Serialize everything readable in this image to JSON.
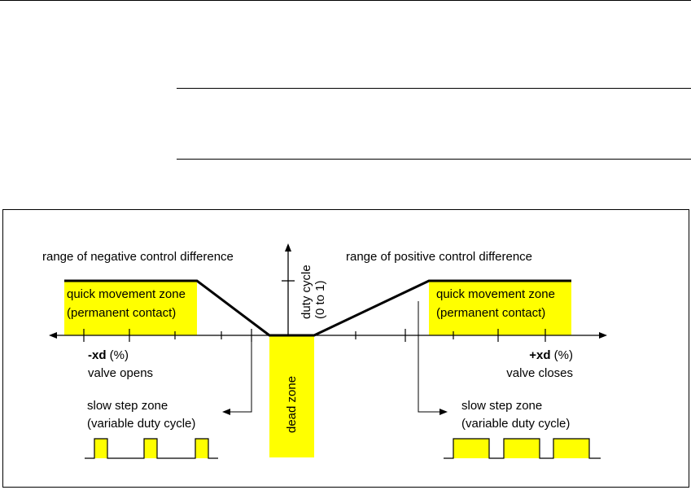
{
  "labels": {
    "neg_range": "range of negative control difference",
    "pos_range": "range of positive control difference",
    "duty_line1": "duty cycle",
    "duty_line2": "(0 to 1)",
    "quick_zone": "quick movement zone",
    "permanent_contact": "(permanent contact)",
    "neg_axis_bold": "-xd",
    "pos_axis_bold": "+xd",
    "axis_unit": "(%)",
    "valve_opens": "valve opens",
    "valve_closes": "valve closes",
    "slow_step_zone": "slow step zone",
    "variable_duty": "(variable duty cycle)",
    "dead_zone": "dead zone"
  },
  "colors": {
    "zone_fill": "#ffff00",
    "line": "#000000"
  }
}
